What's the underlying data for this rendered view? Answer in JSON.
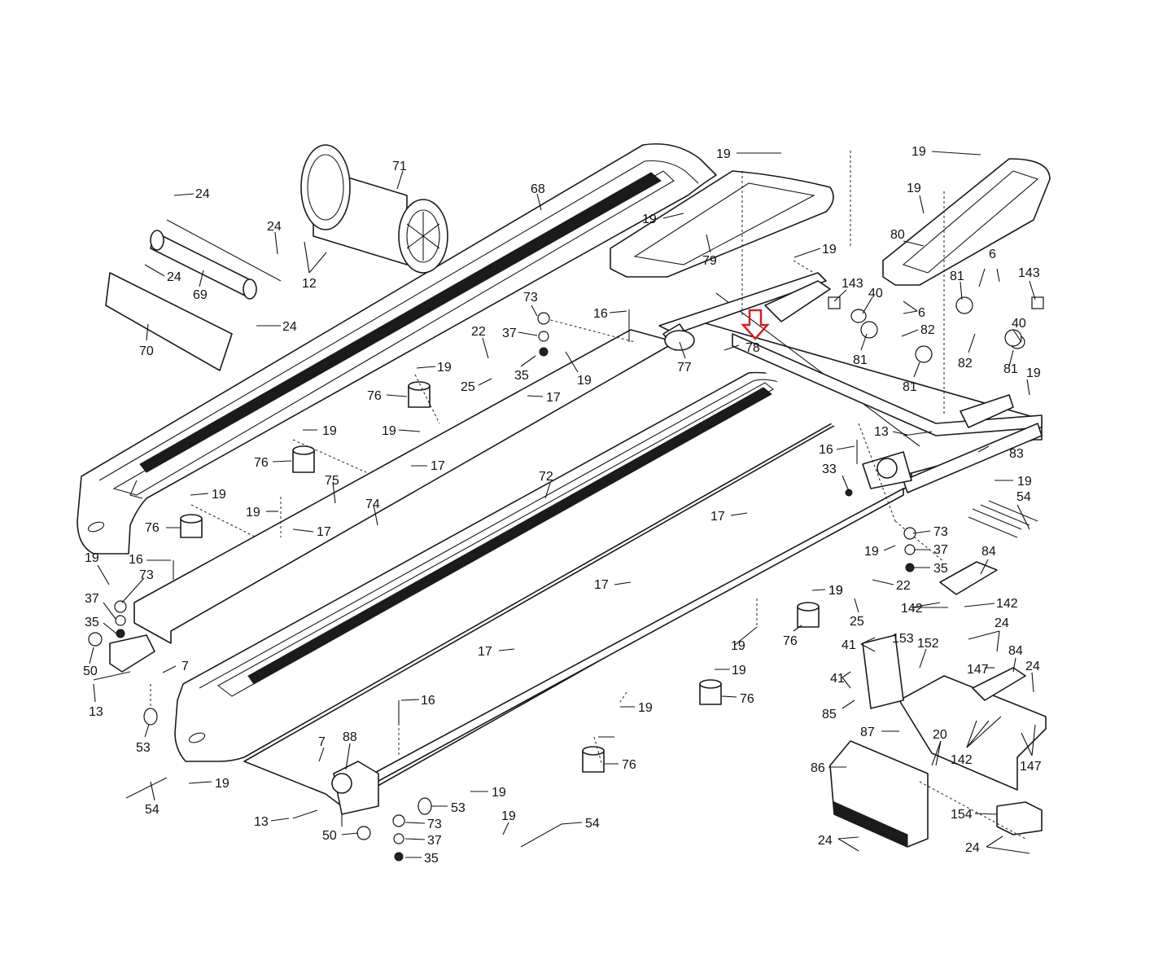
{
  "diagram": {
    "highlight_color": "#d42020",
    "labels": [
      {
        "id": "l71",
        "text": "71"
      },
      {
        "id": "l68",
        "text": "68"
      },
      {
        "id": "l24a",
        "text": "24"
      },
      {
        "id": "l24b",
        "text": "24"
      },
      {
        "id": "l24c",
        "text": "24"
      },
      {
        "id": "l24d",
        "text": "24"
      },
      {
        "id": "l69",
        "text": "69"
      },
      {
        "id": "l12",
        "text": "12"
      },
      {
        "id": "l70",
        "text": "70"
      },
      {
        "id": "l19a",
        "text": "19"
      },
      {
        "id": "l19b",
        "text": "19"
      },
      {
        "id": "l79",
        "text": "79"
      },
      {
        "id": "l19c",
        "text": "19"
      },
      {
        "id": "l19d",
        "text": "19"
      },
      {
        "id": "l19e",
        "text": "19"
      },
      {
        "id": "l80",
        "text": "80"
      },
      {
        "id": "l6a",
        "text": "6"
      },
      {
        "id": "l143a",
        "text": "143"
      },
      {
        "id": "l143b",
        "text": "143"
      },
      {
        "id": "l40a",
        "text": "40"
      },
      {
        "id": "l6b",
        "text": "6"
      },
      {
        "id": "l81a",
        "text": "81"
      },
      {
        "id": "l81b",
        "text": "81"
      },
      {
        "id": "l82a",
        "text": "82"
      },
      {
        "id": "l82b",
        "text": "82"
      },
      {
        "id": "l81c",
        "text": "81"
      },
      {
        "id": "l81d",
        "text": "81"
      },
      {
        "id": "l40b",
        "text": "40"
      },
      {
        "id": "l19f",
        "text": "19"
      },
      {
        "id": "l16a",
        "text": "16"
      },
      {
        "id": "l73a",
        "text": "73"
      },
      {
        "id": "l37a",
        "text": "37"
      },
      {
        "id": "l22a",
        "text": "22"
      },
      {
        "id": "l35a",
        "text": "35"
      },
      {
        "id": "l78",
        "text": "78"
      },
      {
        "id": "l77",
        "text": "77"
      },
      {
        "id": "l19g",
        "text": "19"
      },
      {
        "id": "l19h",
        "text": "19"
      },
      {
        "id": "l25a",
        "text": "25"
      },
      {
        "id": "l76a",
        "text": "76"
      },
      {
        "id": "l17a",
        "text": "17"
      },
      {
        "id": "l19i",
        "text": "19"
      },
      {
        "id": "l19j",
        "text": "19"
      },
      {
        "id": "l76b",
        "text": "76"
      },
      {
        "id": "l17b",
        "text": "17"
      },
      {
        "id": "l72",
        "text": "72"
      },
      {
        "id": "l75",
        "text": "75"
      },
      {
        "id": "l74",
        "text": "74"
      },
      {
        "id": "l19k",
        "text": "19"
      },
      {
        "id": "l19l",
        "text": "19"
      },
      {
        "id": "l76c",
        "text": "76"
      },
      {
        "id": "l17c",
        "text": "17"
      },
      {
        "id": "l13a",
        "text": "13"
      },
      {
        "id": "l16b",
        "text": "16"
      },
      {
        "id": "l33",
        "text": "33"
      },
      {
        "id": "l83",
        "text": "83"
      },
      {
        "id": "l19m",
        "text": "19"
      },
      {
        "id": "l54a",
        "text": "54"
      },
      {
        "id": "l17d",
        "text": "17"
      },
      {
        "id": "l73b",
        "text": "73"
      },
      {
        "id": "l19n",
        "text": "19"
      },
      {
        "id": "l37b",
        "text": "37"
      },
      {
        "id": "l35b",
        "text": "35"
      },
      {
        "id": "l84a",
        "text": "84"
      },
      {
        "id": "l19o",
        "text": "19"
      },
      {
        "id": "l16c",
        "text": "16"
      },
      {
        "id": "l73c",
        "text": "73"
      },
      {
        "id": "l37c",
        "text": "37"
      },
      {
        "id": "l35c",
        "text": "35"
      },
      {
        "id": "l50a",
        "text": "50"
      },
      {
        "id": "l7a",
        "text": "7"
      },
      {
        "id": "l13b",
        "text": "13"
      },
      {
        "id": "l53a",
        "text": "53"
      },
      {
        "id": "l17e",
        "text": "17"
      },
      {
        "id": "l19p",
        "text": "19"
      },
      {
        "id": "l22b",
        "text": "22"
      },
      {
        "id": "l142a",
        "text": "142"
      },
      {
        "id": "l142b",
        "text": "142"
      },
      {
        "id": "l25b",
        "text": "25"
      },
      {
        "id": "l76d",
        "text": "76"
      },
      {
        "id": "l19q",
        "text": "19"
      },
      {
        "id": "l24e",
        "text": "24"
      },
      {
        "id": "l41a",
        "text": "41"
      },
      {
        "id": "l153",
        "text": "153"
      },
      {
        "id": "l152",
        "text": "152"
      },
      {
        "id": "l84b",
        "text": "84"
      },
      {
        "id": "l147a",
        "text": "147"
      },
      {
        "id": "l24f",
        "text": "24"
      },
      {
        "id": "l41b",
        "text": "41"
      },
      {
        "id": "l85",
        "text": "85"
      },
      {
        "id": "l17f",
        "text": "17"
      },
      {
        "id": "l19r",
        "text": "19"
      },
      {
        "id": "l76e",
        "text": "76"
      },
      {
        "id": "l19s",
        "text": "19"
      },
      {
        "id": "l87",
        "text": "87"
      },
      {
        "id": "l20",
        "text": "20"
      },
      {
        "id": "l142c",
        "text": "142"
      },
      {
        "id": "l147b",
        "text": "147"
      },
      {
        "id": "l16d",
        "text": "16"
      },
      {
        "id": "l19t",
        "text": "19"
      },
      {
        "id": "l76f",
        "text": "76"
      },
      {
        "id": "l86",
        "text": "86"
      },
      {
        "id": "l54b",
        "text": "54"
      },
      {
        "id": "l19u",
        "text": "19"
      },
      {
        "id": "l7b",
        "text": "7"
      },
      {
        "id": "l88",
        "text": "88"
      },
      {
        "id": "l19v",
        "text": "19"
      },
      {
        "id": "l53b",
        "text": "53"
      },
      {
        "id": "l13c",
        "text": "13"
      },
      {
        "id": "l73d",
        "text": "73"
      },
      {
        "id": "l50b",
        "text": "50"
      },
      {
        "id": "l37d",
        "text": "37"
      },
      {
        "id": "l35d",
        "text": "35"
      },
      {
        "id": "l19w",
        "text": "19"
      },
      {
        "id": "l54c",
        "text": "54"
      },
      {
        "id": "l154",
        "text": "154"
      },
      {
        "id": "l24g",
        "text": "24"
      },
      {
        "id": "l24h",
        "text": "24"
      }
    ]
  }
}
